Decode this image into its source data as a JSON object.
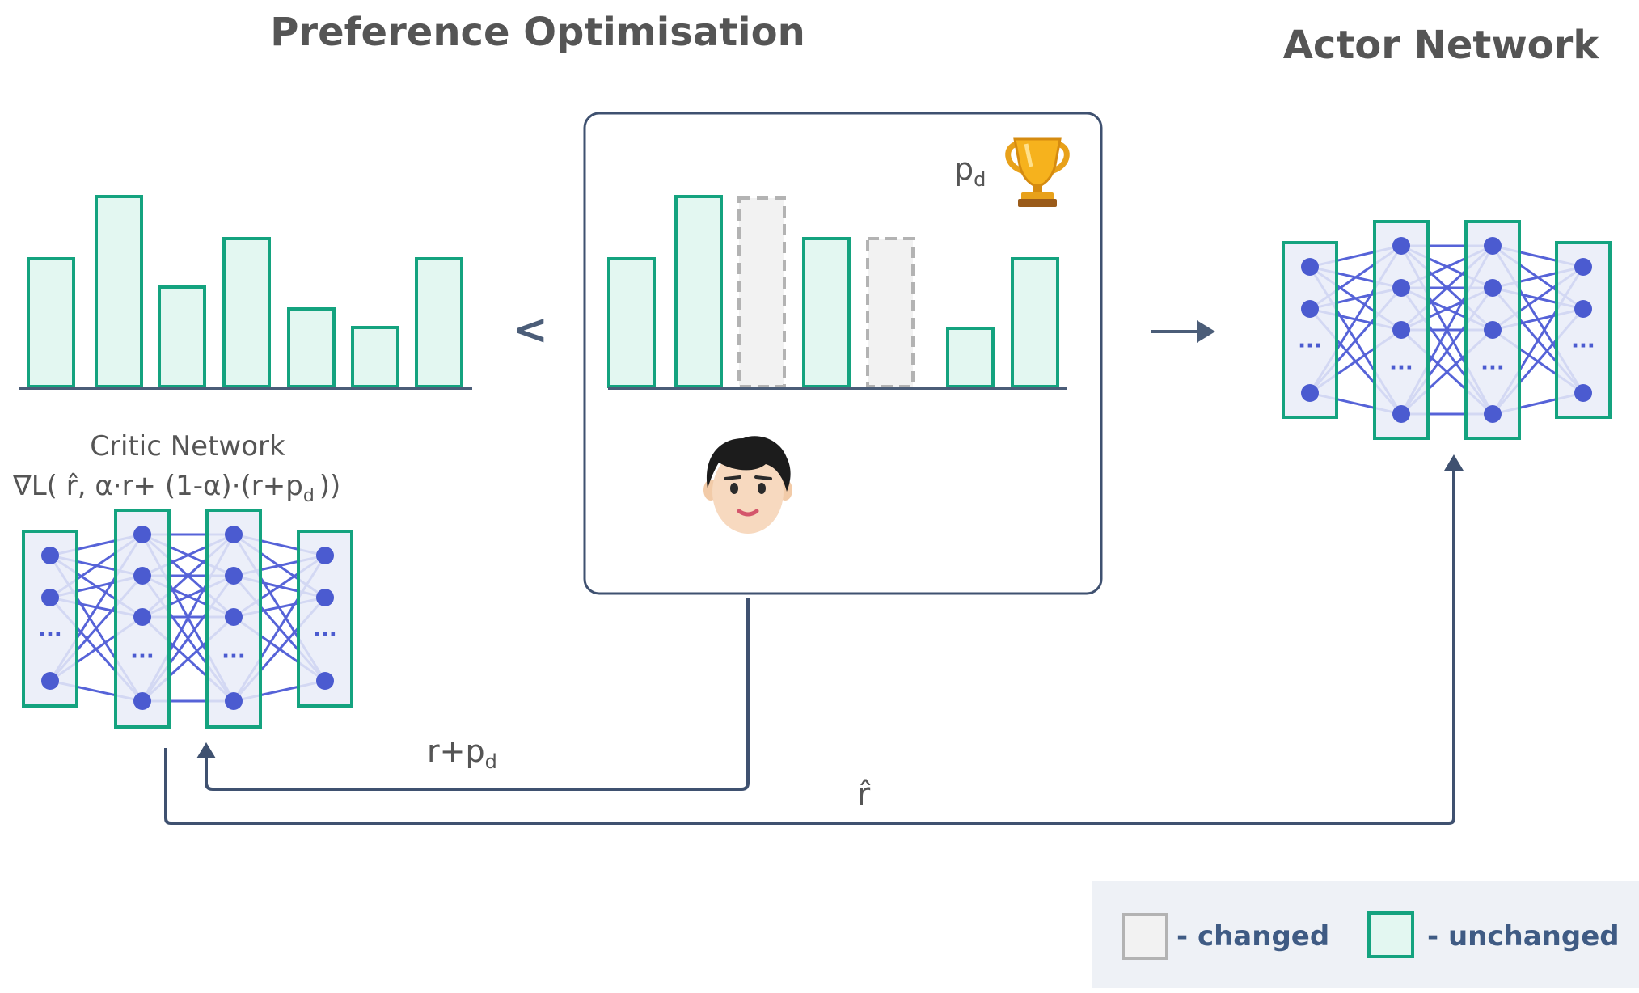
{
  "titles": {
    "preference": "Preference Optimisation",
    "actor": "Actor Network"
  },
  "critic": {
    "title": "Critic Network",
    "loss": "∇L( r̂, α·r+ (1-α)·(r+p",
    "loss_sub": "d",
    "loss_end": "))"
  },
  "comparison_symbol": "<",
  "pd": {
    "base": "p",
    "sub": "d"
  },
  "feedback": {
    "base": "r+p",
    "sub": "d"
  },
  "rhat": "r̂",
  "ellipsis": "···",
  "legend": {
    "changed": "- changed",
    "unchanged": "- unchanged"
  },
  "icons": [
    "trophy-icon",
    "human-face-icon"
  ],
  "colors": {
    "green": "#14a37f",
    "green_fill": "#e3f7f1",
    "gray": "#b3b3b3",
    "gray_fill": "#f2f2f2",
    "node": "#4b5bd0",
    "edge": "#5663d8",
    "layer_fill": "#e9ecf8",
    "axis": "#4b5d78",
    "text": "#555555",
    "panel_bg": "#eef1f6"
  }
}
